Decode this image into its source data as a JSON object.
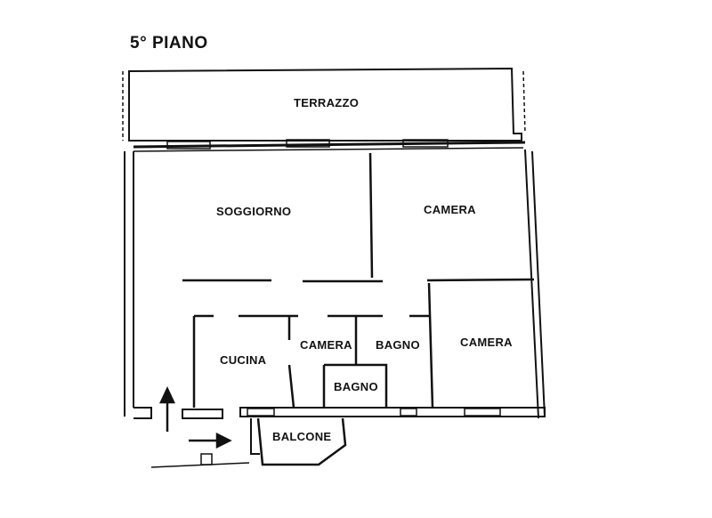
{
  "floor_title": "5° PIANO",
  "rooms": {
    "terrazzo": "TERRAZZO",
    "soggiorno": "SOGGIORNO",
    "camera_ne": "CAMERA",
    "camera_se": "CAMERA",
    "camera_center": "CAMERA",
    "cucina": "CUCINA",
    "bagno_upper": "BAGNO",
    "bagno_lower": "BAGNO",
    "balcone": "BALCONE"
  },
  "colors": {
    "ink": "#111111",
    "paper": "#ffffff"
  },
  "icons": [
    "arrow-up-icon",
    "arrow-right-icon"
  ]
}
